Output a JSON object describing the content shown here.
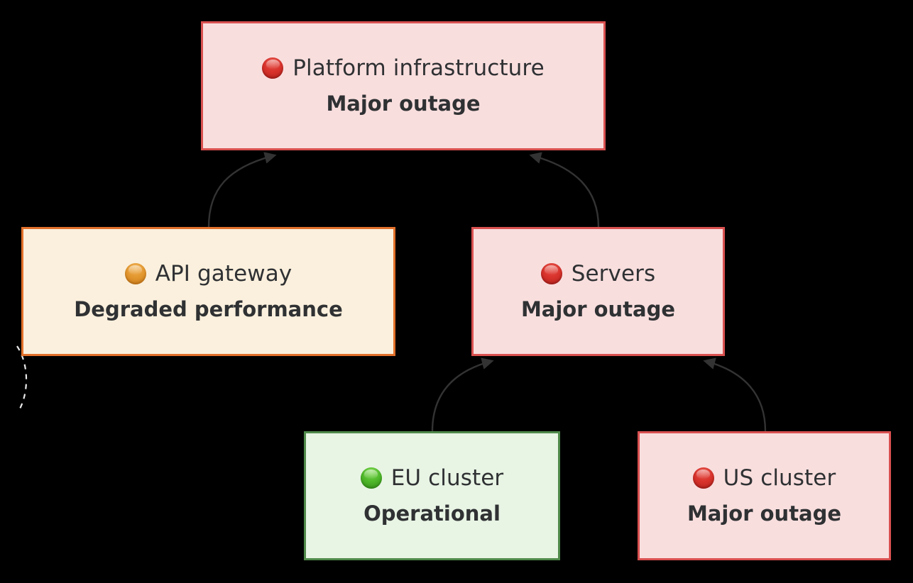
{
  "diagram": {
    "kind": "status-dependency-graph",
    "background_color": "#000000",
    "nodes": [
      {
        "id": "platform",
        "title": "Platform infrastructure",
        "status": "Major outage",
        "severity": "major",
        "dot_icon": "status-dot-red",
        "dot_color": "#d8332c",
        "fill_color": "#f9dede",
        "border_color": "#d95150"
      },
      {
        "id": "api",
        "title": "API gateway",
        "status": "Degraded performance",
        "severity": "degraded",
        "dot_icon": "status-dot-orange",
        "dot_color": "#e3972f",
        "fill_color": "#fbf0dd",
        "border_color": "#e2702a"
      },
      {
        "id": "servers",
        "title": "Servers",
        "status": "Major outage",
        "severity": "major",
        "dot_icon": "status-dot-red",
        "dot_color": "#d8332c",
        "fill_color": "#f9dede",
        "border_color": "#d95150"
      },
      {
        "id": "eu",
        "title": "EU cluster",
        "status": "Operational",
        "severity": "operational",
        "dot_icon": "status-dot-green",
        "dot_color": "#4fb82a",
        "fill_color": "#e8f4e4",
        "border_color": "#4f8a4a"
      },
      {
        "id": "us",
        "title": "US cluster",
        "status": "Major outage",
        "severity": "major",
        "dot_icon": "status-dot-red",
        "dot_color": "#d8332c",
        "fill_color": "#f9dede",
        "border_color": "#d95150"
      }
    ],
    "edges": [
      {
        "id": "api-to-platform",
        "from": "api",
        "to": "platform",
        "arrow": "up"
      },
      {
        "id": "servers-to-platform",
        "from": "servers",
        "to": "platform",
        "arrow": "up"
      },
      {
        "id": "eu-to-servers",
        "from": "eu",
        "to": "servers",
        "arrow": "up"
      },
      {
        "id": "us-to-servers",
        "from": "us",
        "to": "servers",
        "arrow": "up"
      }
    ],
    "edge_color": "#333333",
    "stray_arc": {
      "id": "clipped-edge-fragment",
      "color": "#f5f5f5"
    }
  }
}
